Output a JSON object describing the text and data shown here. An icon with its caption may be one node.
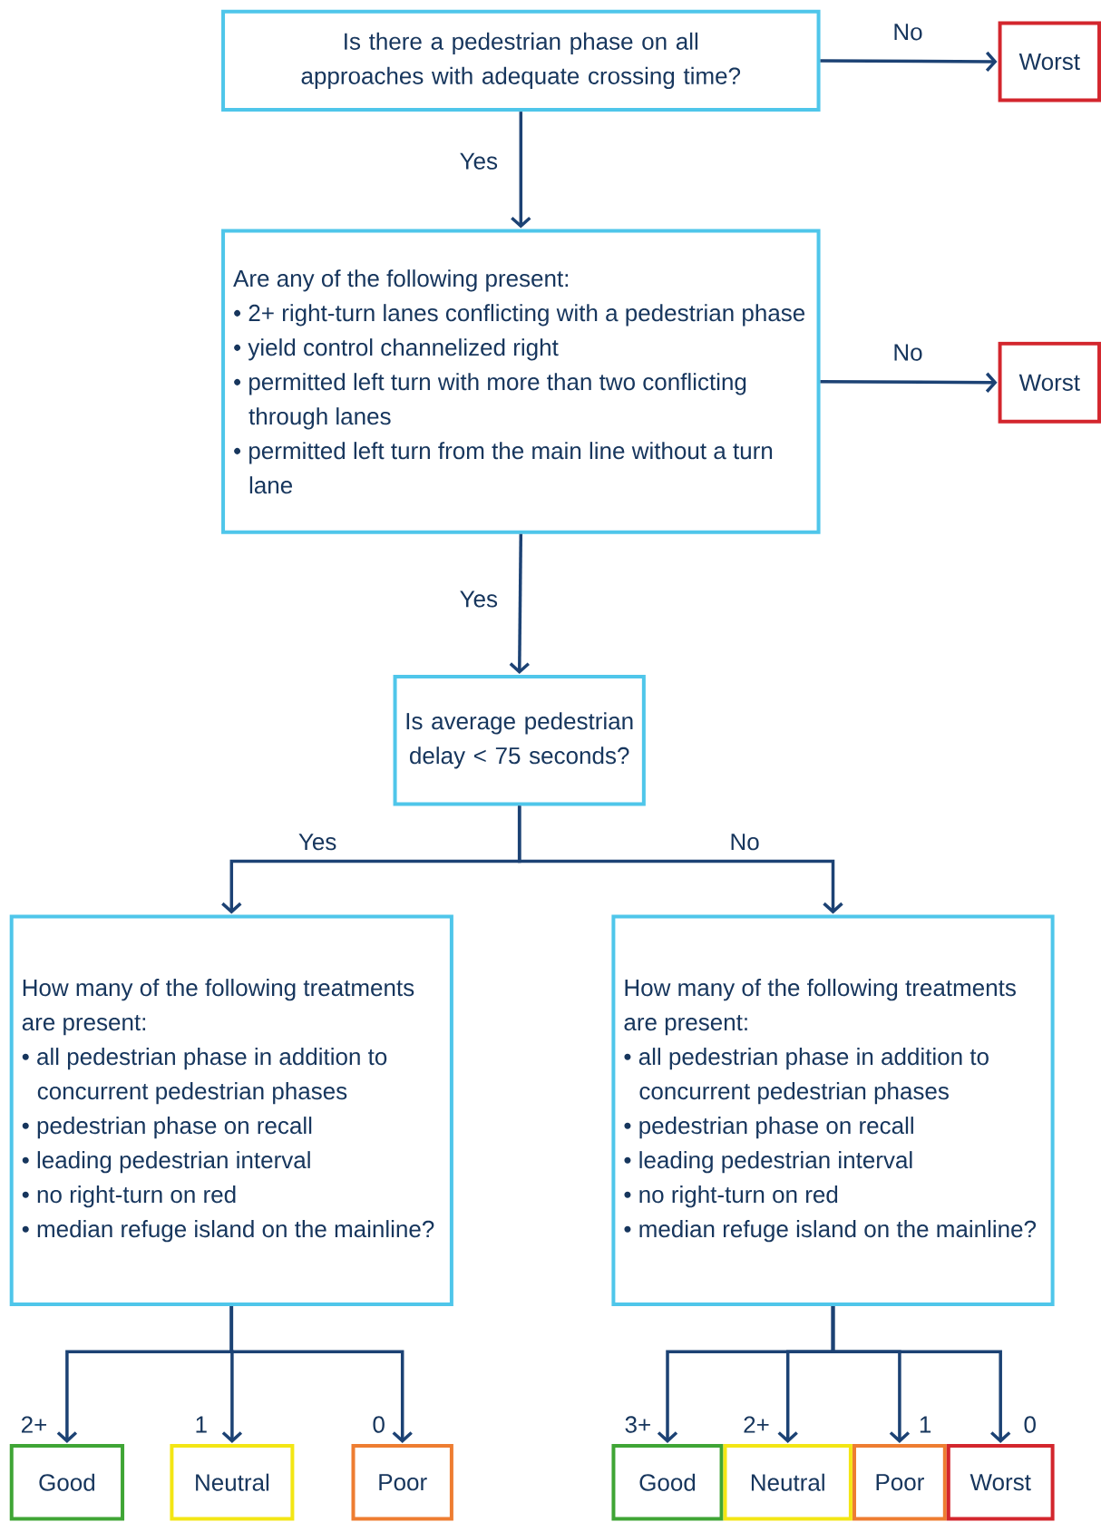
{
  "diagram": {
    "nodes": [
      {
        "text": [
          "Is there a pedestrian phase on all approaches with adequate crossing time?"
        ]
      },
      {
        "text": [
          "Worst"
        ]
      },
      {
        "text": [
          "Are any of the following present:",
          "• 2+ right-turn lanes conflicting with a pedestrian phase",
          "• yield control channelized right",
          "• permitted left turn with more than two conflicting through lanes",
          "• permitted left turn from the main line without a turn lane"
        ]
      },
      {
        "text": [
          "Worst"
        ]
      },
      {
        "text": [
          "Is average pedestrian delay < 75 seconds?"
        ]
      },
      {
        "text": [
          "How many of the following treatments are present:",
          "• all pedestrian phase in addition to concurrent pedestrian phases",
          "• pedestrian phase on recall",
          "• leading pedestrian interval",
          "• no right-turn on red",
          "• median refuge island on the mainline?"
        ]
      },
      {
        "text": [
          "How many of the following treatments are present:",
          "• all pedestrian phase in addition to concurrent pedestrian phases",
          "• pedestrian phase on recall",
          "• leading pedestrian interval",
          "• no right-turn on red",
          "• median refuge island on the mainline?"
        ]
      },
      {
        "text": [
          "Good"
        ]
      },
      {
        "text": [
          "Neutral"
        ]
      },
      {
        "text": [
          "Poor"
        ]
      },
      {
        "text": [
          "Good"
        ]
      },
      {
        "text": [
          "Neutral"
        ]
      },
      {
        "text": [
          "Poor"
        ]
      },
      {
        "text": [
          "Worst"
        ]
      }
    ],
    "edges": [
      {
        "from": 0,
        "to": 1,
        "arrow": "to",
        "label": "No"
      },
      {
        "from": 0,
        "to": 2,
        "arrow": "to",
        "label": "Yes"
      },
      {
        "from": 2,
        "to": 3,
        "arrow": "to",
        "label": "No"
      },
      {
        "from": 2,
        "to": 4,
        "arrow": "to",
        "label": "Yes"
      },
      {
        "from": 4,
        "to": 5,
        "arrow": "to",
        "label": "Yes"
      },
      {
        "from": 4,
        "to": 6,
        "arrow": "to",
        "label": "No"
      },
      {
        "from": 5,
        "to": 7,
        "arrow": "to",
        "label": "2+"
      },
      {
        "from": 5,
        "to": 8,
        "arrow": "to",
        "label": "1"
      },
      {
        "from": 5,
        "to": 9,
        "arrow": "to",
        "label": "0"
      },
      {
        "from": 6,
        "to": 10,
        "arrow": "to",
        "label": "3+"
      },
      {
        "from": 6,
        "to": 11,
        "arrow": "to",
        "label": "2+"
      },
      {
        "from": 6,
        "to": 12,
        "arrow": "to",
        "label": "1"
      },
      {
        "from": 6,
        "to": 13,
        "arrow": "to",
        "label": "0"
      }
    ]
  }
}
